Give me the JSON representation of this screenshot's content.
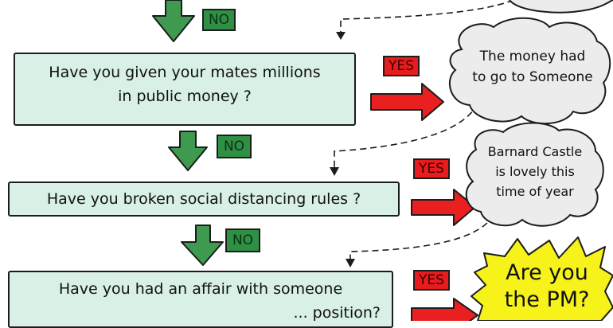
{
  "questions": [
    {
      "line1": "Have you given your  mates millions",
      "line2": "in  public money ?"
    },
    {
      "line1": "Have you broken social distancing rules ?"
    },
    {
      "line1": "Have you had an affair with someone",
      "line2": "... position?"
    }
  ],
  "no_labels": [
    "NO",
    "NO",
    "NO"
  ],
  "yes_labels": [
    "YES",
    "YES",
    "YES"
  ],
  "responses": [
    {
      "line1": "The  money had",
      "line2": "to go to Someone"
    },
    {
      "line1": "Barnard Castle",
      "line2": "is lovely this",
      "line3": "time of year"
    }
  ],
  "final": {
    "line1": "Are  you",
    "line2": "the PM?"
  },
  "colors": {
    "box": "#d8f0e6",
    "no": "#2f8f45",
    "yes": "#e81c1c",
    "green_arrow": "#3d9a4f",
    "red_arrow": "#ea1f1f",
    "burst": "#f6f21a"
  }
}
